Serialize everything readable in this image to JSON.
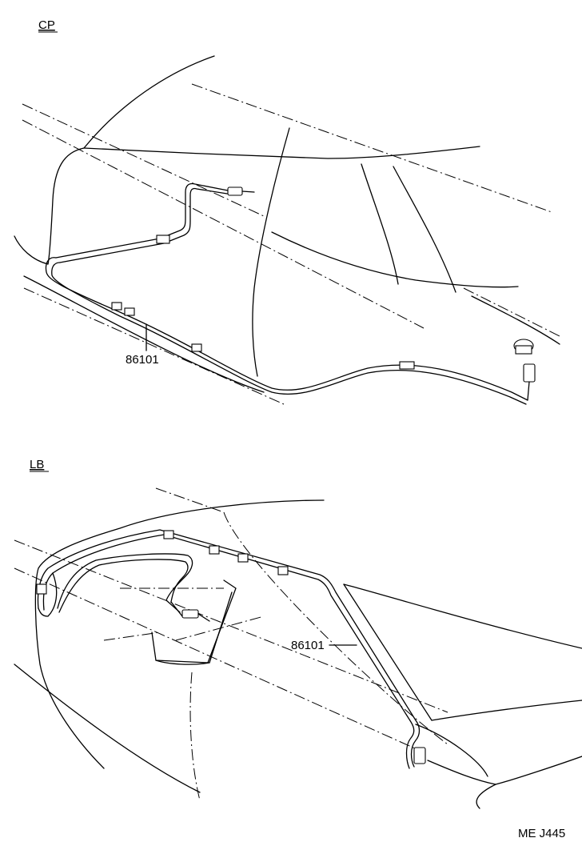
{
  "sections": {
    "top": {
      "label": "CP",
      "part_number": "86101"
    },
    "bottom": {
      "label": "LB",
      "part_number": "86101"
    }
  },
  "footer_code": "ME J445"
}
